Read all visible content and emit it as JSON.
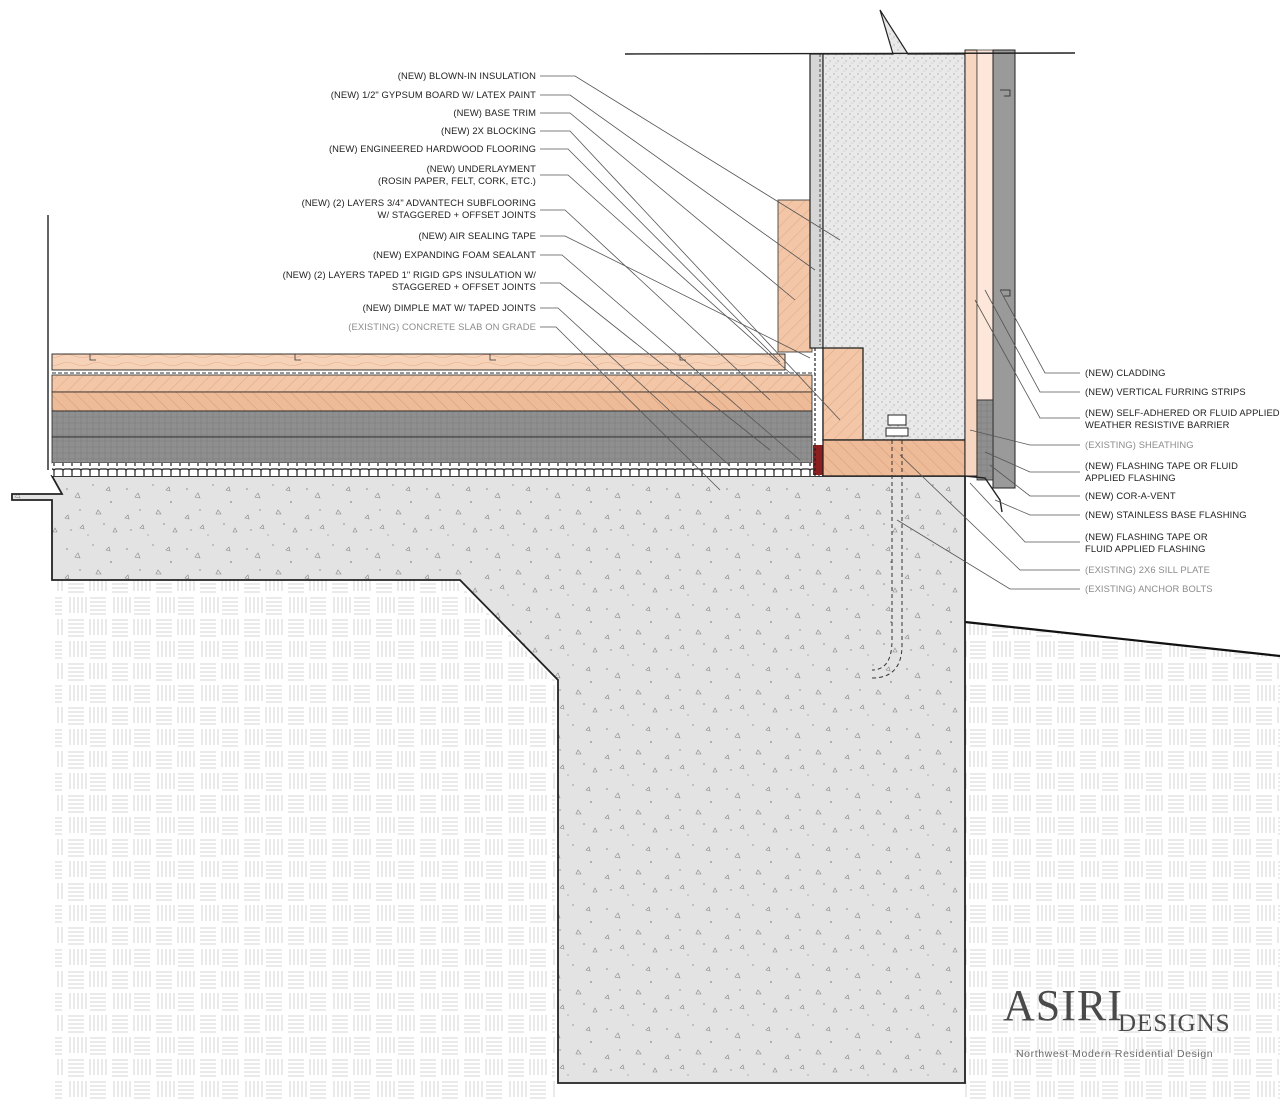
{
  "callouts_left": [
    {
      "lines": [
        "(NEW) BLOWN-IN INSULATION"
      ],
      "existing": false
    },
    {
      "lines": [
        "(NEW) 1/2\" GYPSUM BOARD W/ LATEX PAINT"
      ],
      "existing": false
    },
    {
      "lines": [
        "(NEW) BASE TRIM"
      ],
      "existing": false
    },
    {
      "lines": [
        "(NEW) 2X BLOCKING"
      ],
      "existing": false
    },
    {
      "lines": [
        "(NEW) ENGINEERED HARDWOOD FLOORING"
      ],
      "existing": false
    },
    {
      "lines": [
        "(NEW) UNDERLAYMENT",
        "(ROSIN PAPER, FELT, CORK, ETC.)"
      ],
      "existing": false
    },
    {
      "lines": [
        "(NEW) (2) LAYERS 3/4\" ADVANTECH SUBFLOORING",
        "W/ STAGGERED + OFFSET JOINTS"
      ],
      "existing": false
    },
    {
      "lines": [
        "(NEW) AIR SEALING TAPE"
      ],
      "existing": false
    },
    {
      "lines": [
        "(NEW) EXPANDING FOAM SEALANT"
      ],
      "existing": false
    },
    {
      "lines": [
        "(NEW) (2) LAYERS TAPED 1\" RIGID GPS INSULATION W/",
        "STAGGERED + OFFSET JOINTS"
      ],
      "existing": false
    },
    {
      "lines": [
        "(NEW) DIMPLE MAT W/ TAPED JOINTS"
      ],
      "existing": false
    },
    {
      "lines": [
        "(EXISTING) CONCRETE SLAB ON GRADE"
      ],
      "existing": true
    }
  ],
  "callouts_right": [
    {
      "lines": [
        "(NEW) CLADDING"
      ],
      "existing": false
    },
    {
      "lines": [
        "(NEW) VERTICAL FURRING STRIPS"
      ],
      "existing": false
    },
    {
      "lines": [
        "(NEW) SELF-ADHERED OR FLUID APPLIED",
        "WEATHER RESISTIVE BARRIER"
      ],
      "existing": false
    },
    {
      "lines": [
        "(EXISTING) SHEATHING"
      ],
      "existing": true
    },
    {
      "lines": [
        "(NEW) FLASHING TAPE OR FLUID",
        "APPLIED FLASHING"
      ],
      "existing": false
    },
    {
      "lines": [
        "(NEW) COR-A-VENT"
      ],
      "existing": false
    },
    {
      "lines": [
        "(NEW) STAINLESS BASE FLASHING"
      ],
      "existing": false
    },
    {
      "lines": [
        "(NEW) FLASHING TAPE OR",
        "FLUID APPLIED FLASHING"
      ],
      "existing": false
    },
    {
      "lines": [
        "(EXISTING) 2X6 SILL PLATE"
      ],
      "existing": true
    },
    {
      "lines": [
        "(EXISTING) ANCHOR BOLTS"
      ],
      "existing": true
    }
  ],
  "logo": {
    "brand": "ASIRI",
    "brand2": "DESIGNS",
    "tagline": "Northwest  Modern  Residential  Design"
  },
  "colors": {
    "wood": "#f2c6a6",
    "wood_dark": "#e8b08c",
    "insulation": "#9a9a9a",
    "concrete": "#e3e3e3",
    "soil_line": "#c9c9c9",
    "exist_text": "#8c8c8c"
  }
}
